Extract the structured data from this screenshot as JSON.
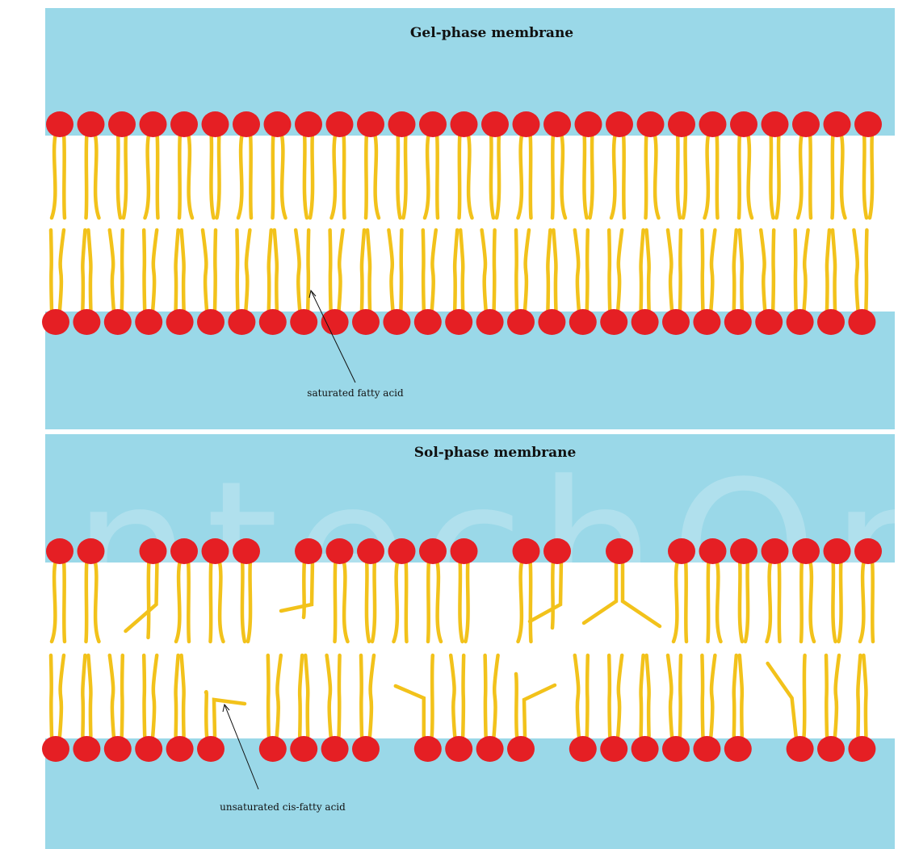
{
  "panels": [
    {
      "id": "gel",
      "title": "Gel-phase membrane",
      "annotation": "saturated fatty acid"
    },
    {
      "id": "sol",
      "title": "Sol-phase membrane",
      "annotation": "unsaturated cis-fatty acid"
    }
  ],
  "colors": {
    "water": "#9ad8e8",
    "core": "#ffffff",
    "head": "#e51f24",
    "tail": "#f2c21b",
    "text": "#111111"
  },
  "watermark": "IntechOpen"
}
